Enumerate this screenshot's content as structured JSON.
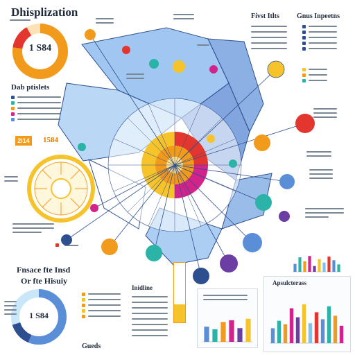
{
  "header": {
    "title": "Dhisplization",
    "center_title": "Fivst Itlts",
    "right_title": "Gnus Inpeetns"
  },
  "panels": {
    "data_heading": "Dab ptislets",
    "badge_a": "2l14",
    "badge_b": "1584",
    "bottom_heading_line1": "Fnsace fte Insd",
    "bottom_heading_line2": "Or fte Hisuiy",
    "bottom_caption": "Gueds",
    "mid_heading": "Inidline",
    "bars_heading": "Apsulcterass"
  },
  "donuts": {
    "top_label": "1 S84",
    "bottom_label": "1 S84"
  },
  "colors": {
    "orange": "#f29a1c",
    "blue": "#5a8fd8",
    "navy": "#2e4f8f",
    "magenta": "#d2238a",
    "teal": "#2bb3a8",
    "yellow": "#f6c32b",
    "purple": "#6c3ea3",
    "red": "#e2362e",
    "light_blue": "#7fc3ea"
  },
  "chart_data": [
    {
      "type": "bar",
      "title": "",
      "values": [
        30,
        55,
        40,
        60,
        22,
        48,
        35,
        58,
        44,
        28
      ],
      "ylim": [
        0,
        100
      ],
      "note": ""
    },
    {
      "type": "bar",
      "title": "Apsulcterass",
      "values": [
        30,
        45,
        38,
        70,
        52,
        78,
        40,
        62,
        48,
        74,
        55,
        35
      ],
      "ylim": [
        0,
        100
      ]
    },
    {
      "type": "bar",
      "title": "",
      "values": [
        42,
        35,
        55,
        60,
        38,
        64
      ],
      "ylim": [
        0,
        100
      ]
    }
  ]
}
